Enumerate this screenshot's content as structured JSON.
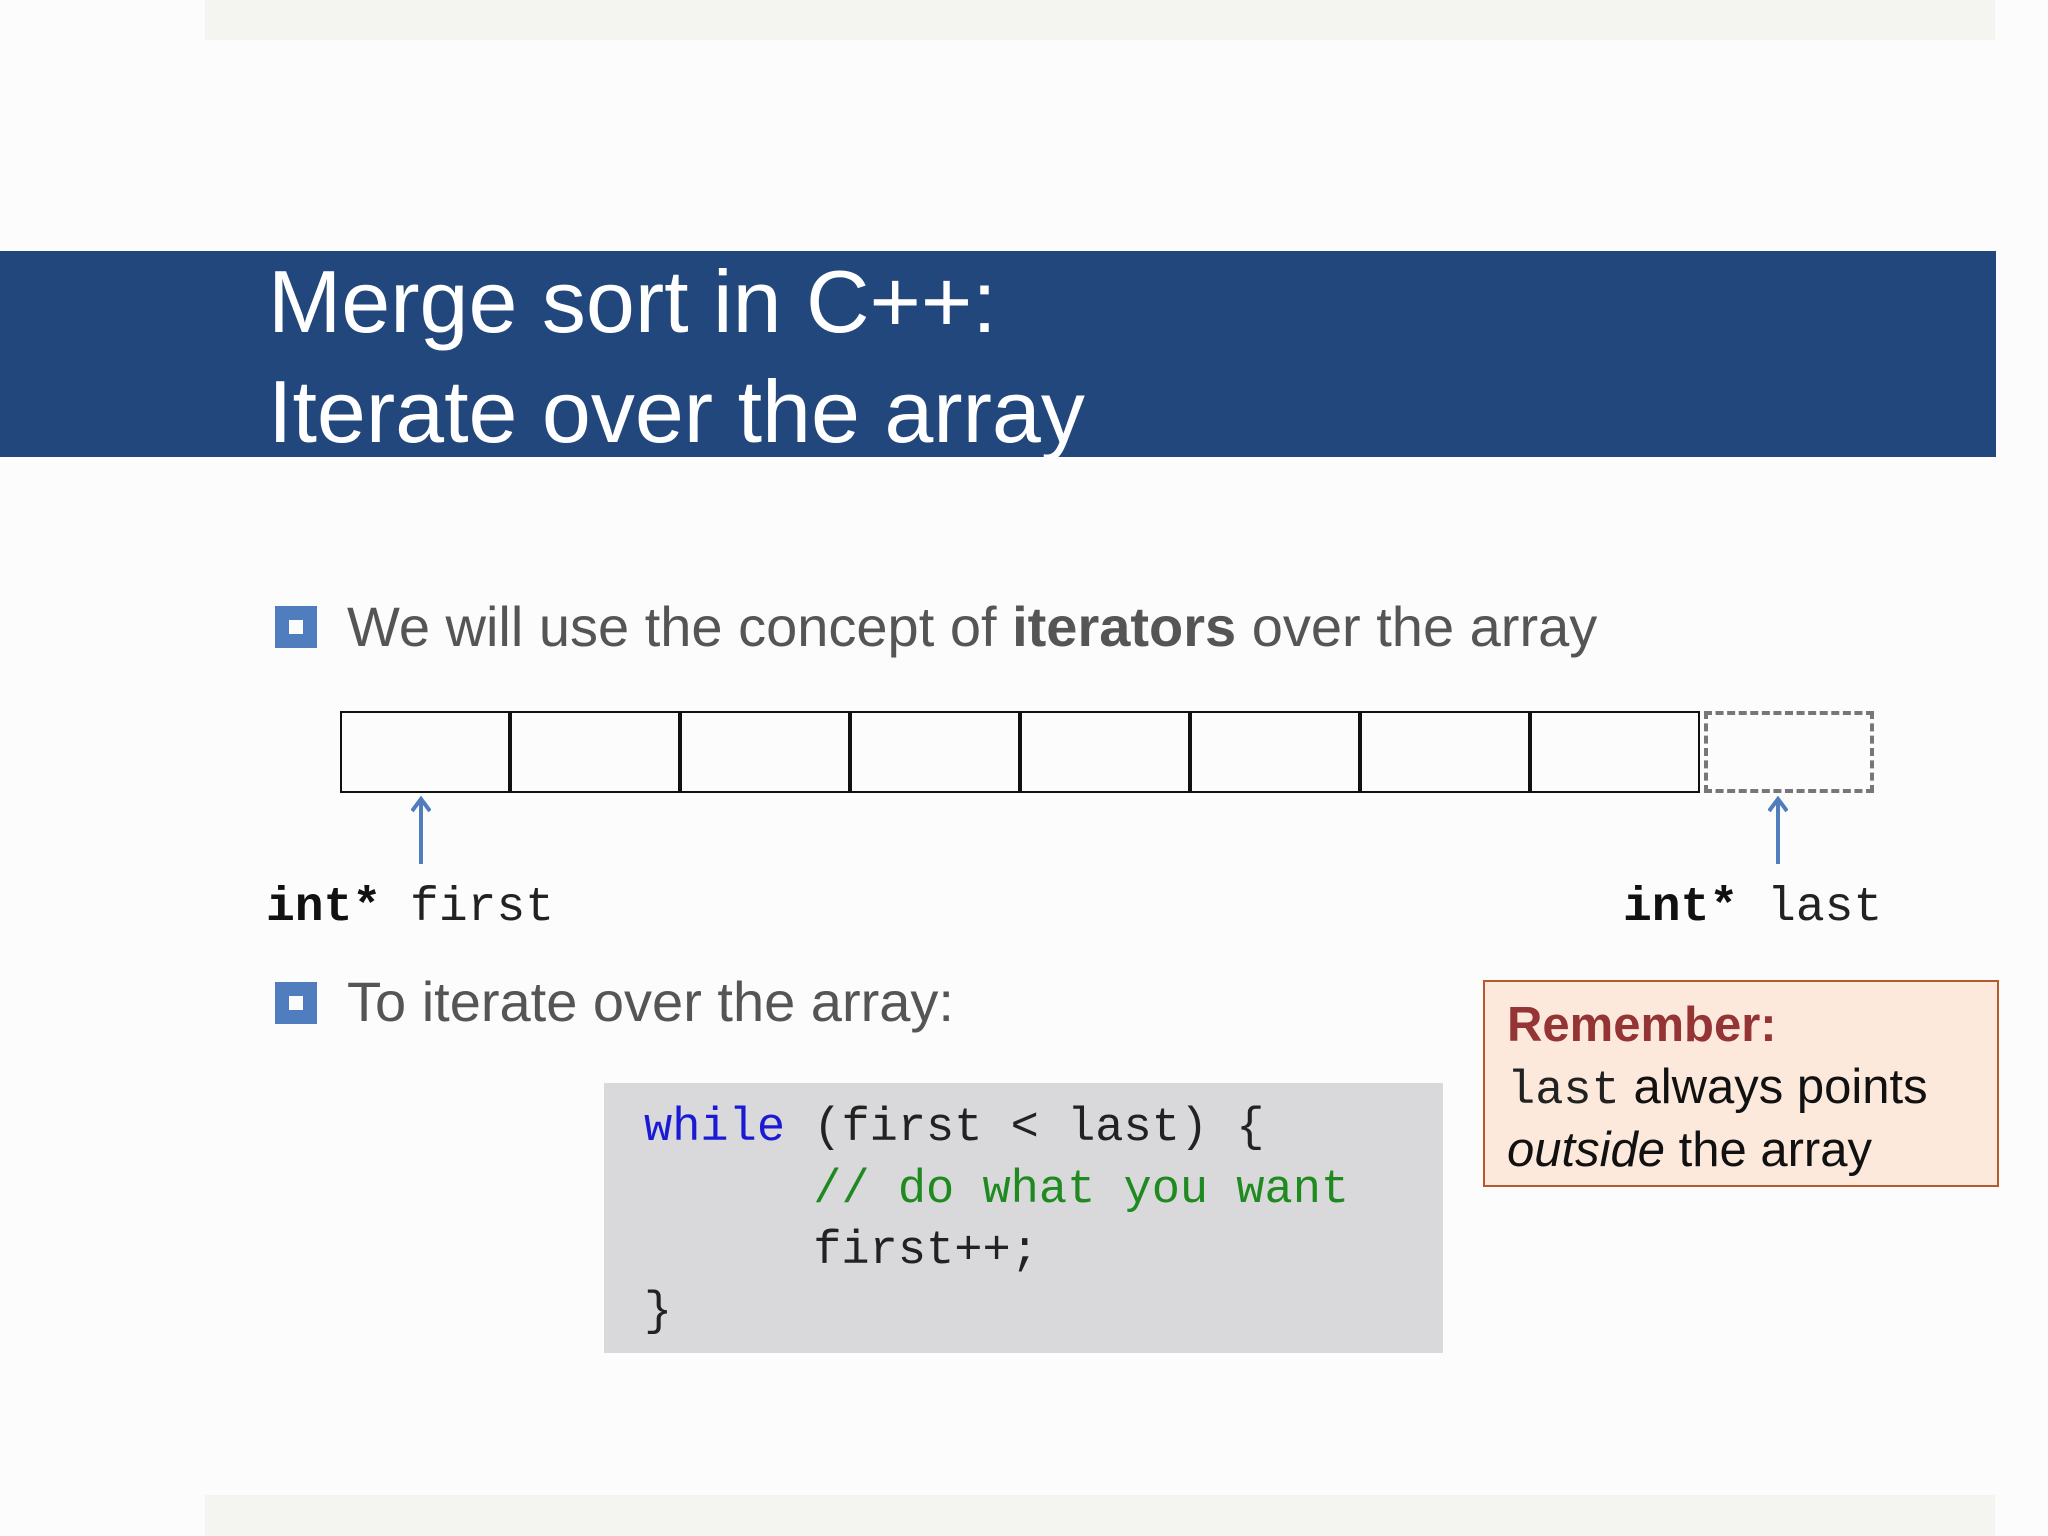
{
  "slide": {
    "title_line1": "Merge sort in C++:",
    "title_line2": "Iterate over the array",
    "bullet1": {
      "prefix": "We will use the concept of ",
      "bold": "iterators",
      "suffix": " over the array"
    },
    "bullet2": "To iterate over the array:",
    "array_cells": 8,
    "first_pointer": {
      "type": "int*",
      "name": "first"
    },
    "last_pointer": {
      "type": "int*",
      "name": "last"
    },
    "code": {
      "line1_kw": "while",
      "line1_rest": " (first < last) {",
      "line2_indent": "      ",
      "line2_comment": "// do what you want",
      "line3": "      first++;",
      "line4": "}"
    },
    "remember": {
      "title": "Remember:",
      "line1_code": "last",
      "line1_text": " always points",
      "line2_italic": "outside",
      "line2_text": " the array"
    },
    "colors": {
      "title_band": "#22477c",
      "bullet": "#4f7dbd",
      "keyword": "#1a1ad6",
      "comment": "#1f8a1f",
      "remember_title": "#943434",
      "remember_bg": "#fde9dc",
      "remember_border": "#b45a2e"
    }
  }
}
